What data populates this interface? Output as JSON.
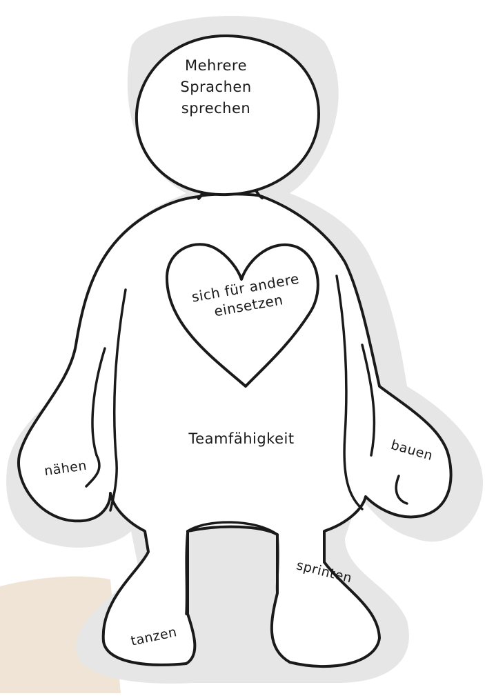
{
  "figure": {
    "head_text": [
      "Mehrere",
      "Sprachen",
      "sprechen"
    ],
    "heart_text": [
      "sich für andere",
      "einsetzen"
    ],
    "torso_text": "Teamfähigkeit",
    "left_hand_text": "nähen",
    "right_hand_text": "bauen",
    "left_foot_text": "tanzen",
    "right_foot_text": "sprinten"
  },
  "colors": {
    "background": "#ffffff",
    "cutout_shadow": "#e6e6e6",
    "figure_fill": "#ffffff",
    "outline": "#1a1a1a",
    "table_surface": "#efe4d6"
  }
}
